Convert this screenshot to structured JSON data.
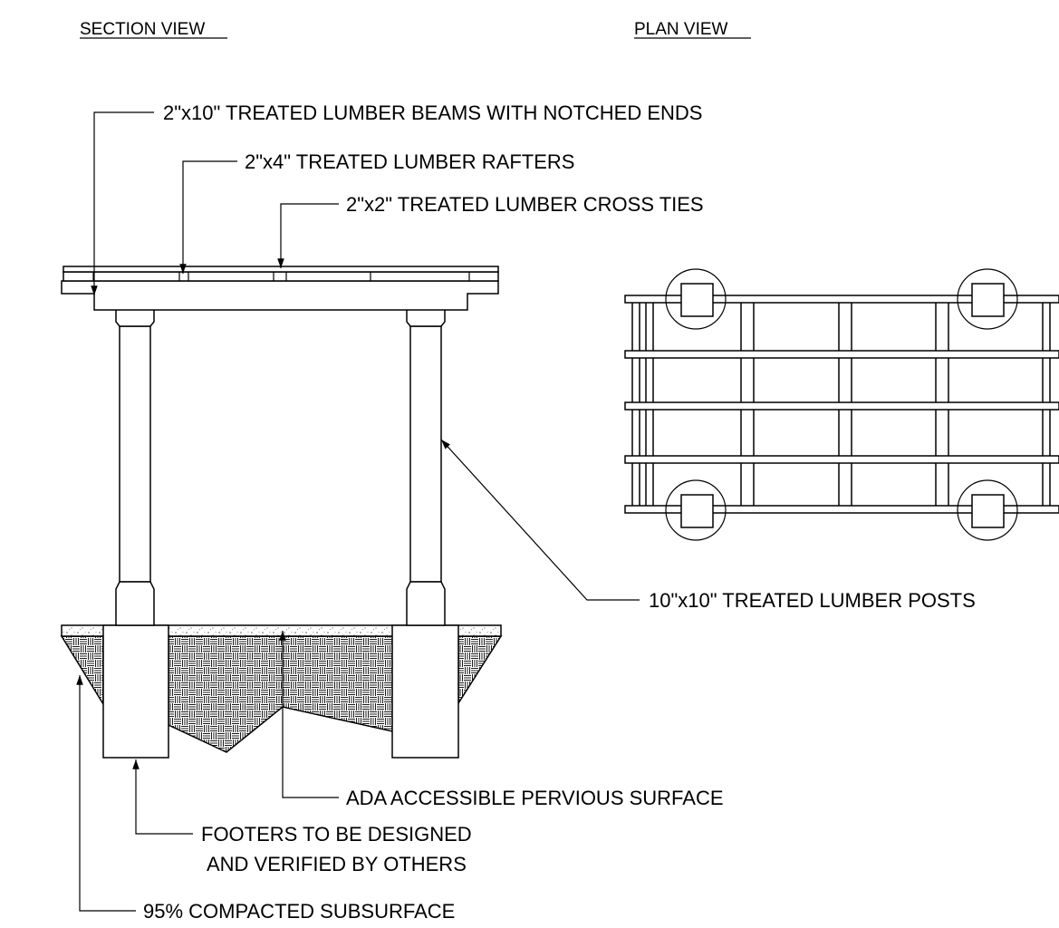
{
  "views": {
    "section_title": "SECTION VIEW",
    "plan_title": "PLAN VIEW"
  },
  "callouts": {
    "beams": "2\"x10\" TREATED LUMBER BEAMS WITH NOTCHED ENDS",
    "rafters": "2\"x4\" TREATED LUMBER RAFTERS",
    "cross_ties": "2\"x2\" TREATED LUMBER CROSS TIES",
    "posts": "10\"x10\" TREATED LUMBER POSTS",
    "surface": "ADA ACCESSIBLE PERVIOUS SURFACE",
    "footers_line1": "FOOTERS TO BE DESIGNED",
    "footers_line2": "AND VERIFIED BY OTHERS",
    "subsurface": "95% COMPACTED SUBSURFACE"
  },
  "colors": {
    "line": "#000000",
    "background": "#ffffff"
  }
}
